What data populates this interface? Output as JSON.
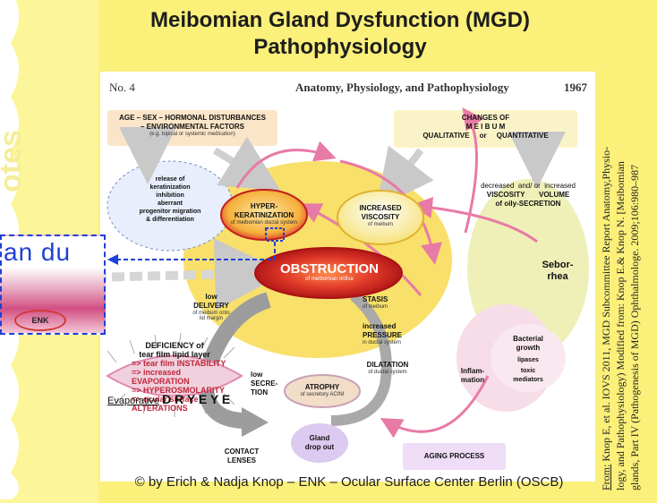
{
  "slide": {
    "title_line1": "Meibomian Gland Dysfunction (MGD)",
    "title_line2": "Pathophysiology",
    "watermark": "otes",
    "footer": "© by Erich & Nadja Knop – ENK – Ocular Surface Center Berlin (OSCB)"
  },
  "figure": {
    "header_left": "No. 4",
    "header_center": "Anatomy, Physiology, and Pathophysiology",
    "header_right": "1967",
    "nodes": {
      "age": {
        "line1": "AGE – SEX – HORMONAL DISTURBANCES",
        "line2": "– ENVIRONMENTAL FACTORS",
        "line3": "(e.g. topical or systemic medication)"
      },
      "changes": {
        "line1": "CHANGES OF",
        "line2": "M E I B U M",
        "line3": "QUALITATIVE",
        "line4": "or",
        "line5": "QUANTITATIVE"
      },
      "release": {
        "line1": "release of",
        "line2": "keratinization",
        "line3": "inhibition",
        "line4": "aberrant",
        "line5": "progenitor migration",
        "line6": "& differentiation"
      },
      "hyper": {
        "line1": "HYPER-",
        "line2": "KERATINIZATION",
        "sub": "of meibomian ductal system"
      },
      "viscosity": {
        "line1": "INCREASED",
        "line2": "VISCOSITY",
        "sub": "of meibum"
      },
      "decreased": {
        "line1": "decreased",
        "line2": "and/ or",
        "line3": "increased",
        "line4": "VISCOSITY",
        "line5": "VOLUME",
        "line6": "of oily-SECRETION"
      },
      "obstruction": {
        "label": "OBSTRUCTION",
        "sub": "of meibomian orifice"
      },
      "seborrhea": {
        "line1": "Sebor-",
        "line2": "rhea"
      },
      "low_delivery": {
        "line1": "low",
        "line2": "DELIVERY",
        "sub1": "of meibum onto",
        "sub2": "lid margin"
      },
      "stasis": {
        "label": "STASIS",
        "sub": "of meibum"
      },
      "pressure": {
        "line1": "increased",
        "line2": "PRESSURE",
        "sub": "in ductal system"
      },
      "deficiency": {
        "line1": "DEFICIENCY of",
        "line2": "tear film lipid layer",
        "item1": "=> tear film INSTABILITY",
        "item2": "=> increased EVAPORATION",
        "item3": "=> HYPEROSMOLARITY",
        "item4": "=> ocular surface ALTERATIONS"
      },
      "bacterial": {
        "line1": "Bacterial",
        "line2": "growth",
        "line3": "lipases",
        "line4": "toxic",
        "line5": "mediators"
      },
      "dilatation": {
        "label": "DILATATION",
        "sub": "of ductal system"
      },
      "inflammation": {
        "line1": "Inflam-",
        "line2": "mation"
      },
      "evaporative": {
        "prefix": "Evaporative",
        "big": "D R Y   E Y E"
      },
      "low_secretion": {
        "line1": "low",
        "line2": "SECRE-",
        "line3": "TION"
      },
      "atrophy": {
        "label": "ATROPHY",
        "sub": "of secretory ACINI"
      },
      "gland": {
        "line1": "Gland",
        "line2": "drop out"
      },
      "contact": {
        "line1": "CONTACT",
        "line2": "LENSES"
      },
      "aging": {
        "label": "AGING PROCESS"
      }
    }
  },
  "zoom": {
    "text": "an du",
    "badge": "ENK"
  },
  "citation": {
    "from": "From:",
    "text1": " Knop E, et al. IOVS 2011, MGD Subcommittee Report Anatomy,Physio-",
    "text2": "logy, and Pathophysiology) Modified from: Knop E.& Knop N. [Meibomian",
    "text3": "glands, Part IV (Pathogenesis of MGD) Ophthalmologe. 2009;106:980–987"
  },
  "colors": {
    "background": "#fbf07a",
    "obstruction": "#d92c2c",
    "arrow_pink": "#e87aa6",
    "dashed_blue": "#1f3fd6"
  }
}
